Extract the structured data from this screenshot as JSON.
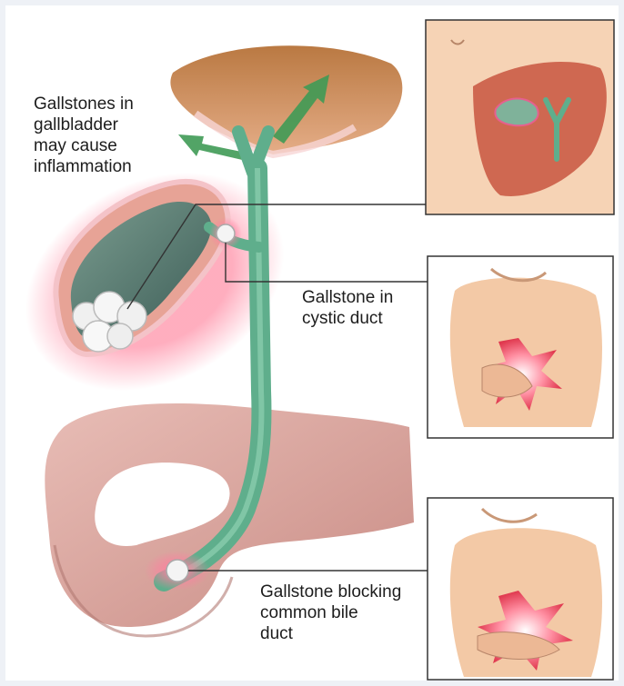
{
  "labels": {
    "gallbladder_inflammation": "Gallstones in\ngallbladder\nmay cause\ninflammation",
    "cystic_duct": "Gallstone in\ncystic duct",
    "common_bile_duct": "Gallstone blocking\ncommon bile\nduct"
  },
  "colors": {
    "background": "#eef1f6",
    "page": "#ffffff",
    "skin": "#f3c9a6",
    "liver": "#c8553f",
    "bile_duct": "#5fae8c",
    "gallbladder_wall": "#d88b7f",
    "inflammation": "#e43a55",
    "intestine": "#d7a19b",
    "arrow": "#3f9a55",
    "label_text": "#1d1d1d"
  }
}
